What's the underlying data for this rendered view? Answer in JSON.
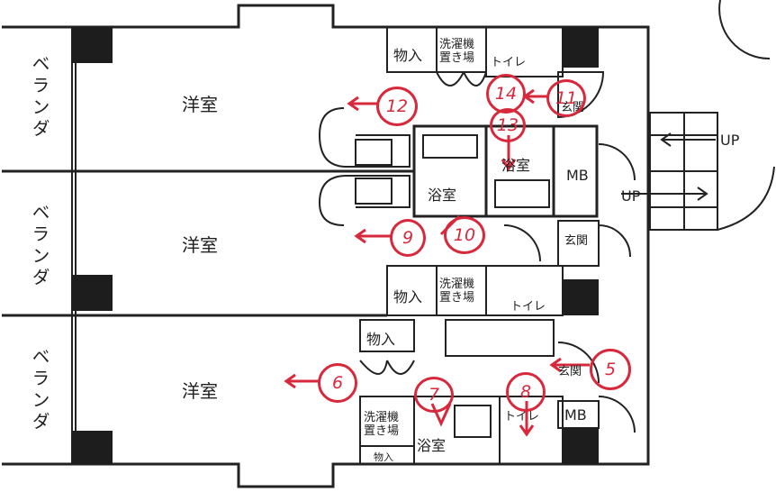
{
  "labels": {
    "veranda": "ベランダ",
    "western_room": "洋室",
    "storage": "物入",
    "washer_line1": "洗濯機",
    "washer_line2": "置き場",
    "toilet": "トイレ",
    "bath": "浴室",
    "entrance": "玄関",
    "mb": "MB",
    "up": "UP"
  },
  "markers": [
    "12",
    "14",
    "11",
    "13",
    "9",
    "10",
    "6",
    "7",
    "8",
    "5"
  ],
  "colors": {
    "marker": "#d8283c",
    "wall": "#222222"
  }
}
